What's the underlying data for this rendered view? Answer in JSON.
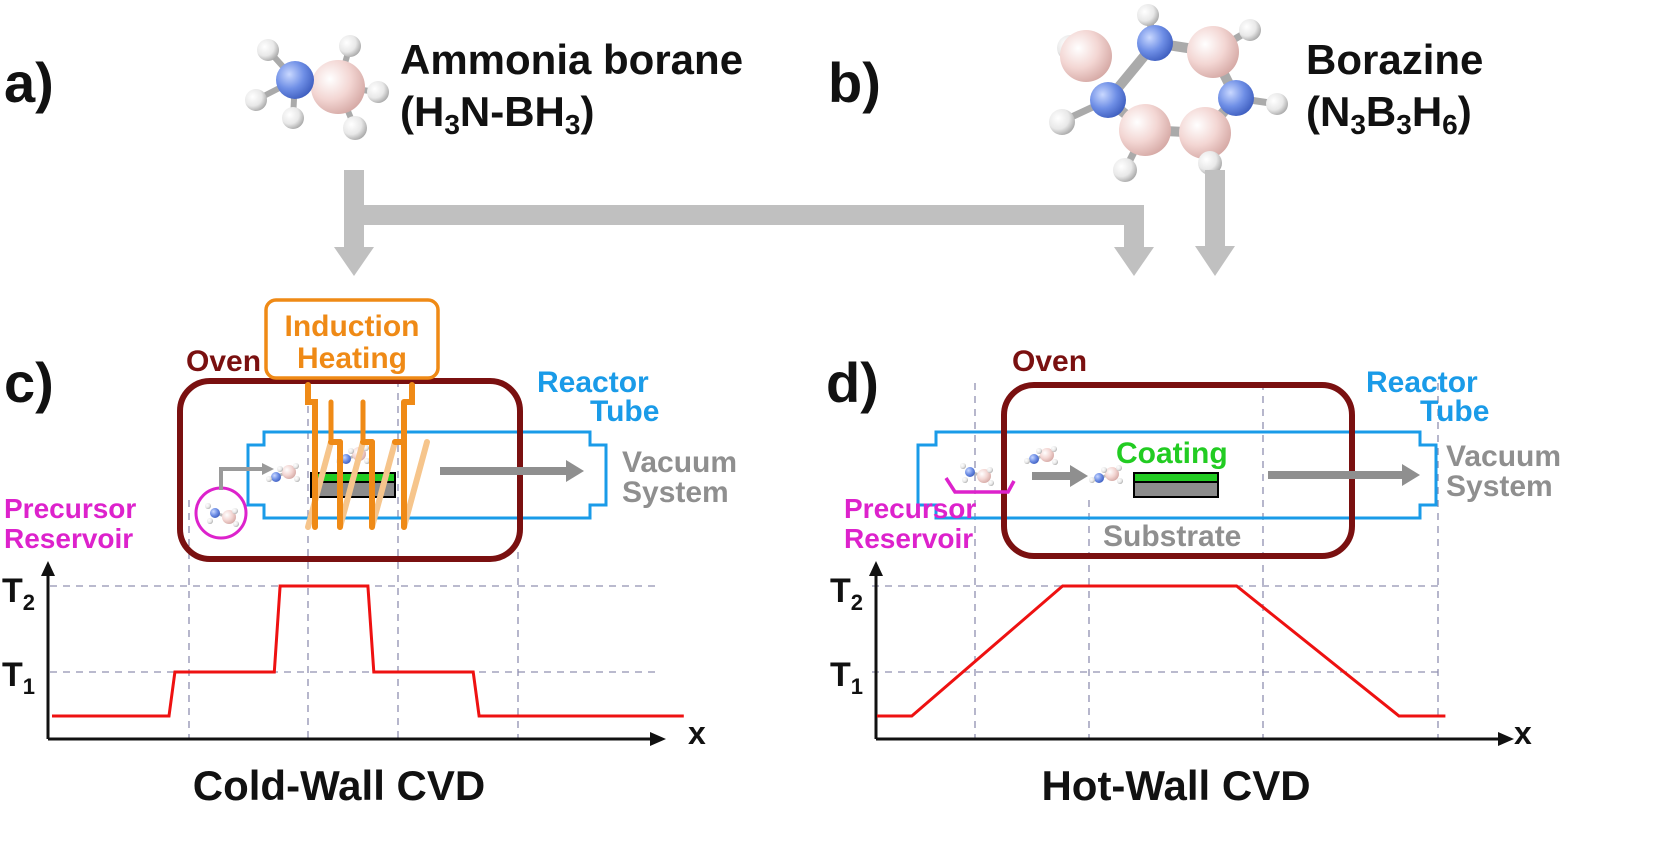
{
  "panels": {
    "a": {
      "label": "a)",
      "name": "Ammonia borane",
      "formula": {
        "p1": "(H",
        "s1": "3",
        "p2": "N-BH",
        "s2": "3",
        "p3": ")"
      }
    },
    "b": {
      "label": "b)",
      "name": "Borazine",
      "formula": {
        "p1": "(N",
        "s1": "3",
        "p2": "B",
        "s2": "3",
        "p3": "H",
        "s3": "6",
        "p4": ")"
      }
    },
    "c": {
      "label": "c)",
      "oven": "Oven",
      "induction_line1": "Induction",
      "induction_line2": "Heating",
      "reactor_line1": "Reactor",
      "reactor_line2": "Tube",
      "vacuum_line1": "Vacuum",
      "vacuum_line2": "System",
      "precursor_line1": "Precursor",
      "precursor_line2": "Reservoir",
      "title": "Cold-Wall CVD"
    },
    "d": {
      "label": "d)",
      "oven": "Oven",
      "reactor_line1": "Reactor",
      "reactor_line2": "Tube",
      "vacuum_line1": "Vacuum",
      "vacuum_line2": "System",
      "precursor_line1": "Precursor",
      "precursor_line2": "Reservoir",
      "coating": "Coating",
      "substrate": "Substrate",
      "title": "Hot-Wall CVD"
    }
  },
  "axes": {
    "t2": {
      "base": "T",
      "sub": "2"
    },
    "t1": {
      "base": "T",
      "sub": "1"
    },
    "x": "x"
  },
  "colors": {
    "oven": "#7a1010",
    "reactor": "#1a9be8",
    "induction": "#ef8a16",
    "precursor": "#dd22cc",
    "coating": "#22cc22",
    "arrow": "#8f8f8f",
    "profile": "#ee1111",
    "flow_arrows": "#c0c0c0",
    "guide": "#8080a0"
  },
  "chart_data": [
    {
      "type": "line",
      "title": "Cold-Wall CVD",
      "xlabel": "x",
      "y_ticks": [
        "T1",
        "T2"
      ],
      "series": [
        {
          "x": [
            0,
            1.0,
            1.05,
            1.9,
            1.95,
            2.7,
            2.75,
            3.6,
            3.65,
            5.4
          ],
          "y": [
            0,
            0,
            1,
            1,
            2,
            2,
            1,
            1,
            0,
            0
          ]
        }
      ]
    },
    {
      "type": "line",
      "title": "Hot-Wall CVD",
      "xlabel": "x",
      "y_ticks": [
        "T1",
        "T2"
      ],
      "series": [
        {
          "x": [
            0,
            0.3,
            1.6,
            3.1,
            4.5,
            4.9
          ],
          "y": [
            0,
            0,
            2,
            2,
            0,
            0
          ]
        }
      ]
    }
  ]
}
